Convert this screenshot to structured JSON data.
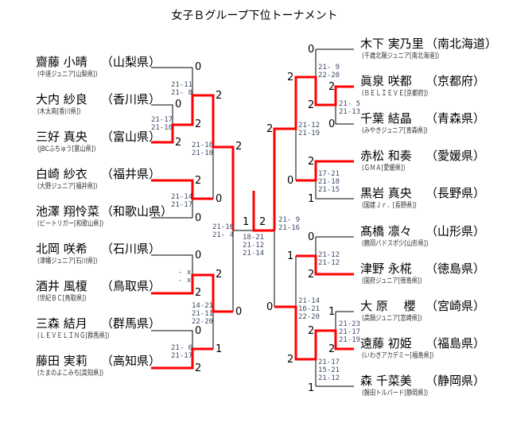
{
  "title": "女子Ｂグループ下位トーナメント",
  "left_players": [
    {
      "name": "齋藤 小晴",
      "pref": "（山梨県）",
      "club": "(中道ジュニア[山梨県])"
    },
    {
      "name": "大内 紗良",
      "pref": "（香川県）",
      "club": "(木太南[香川県])"
    },
    {
      "name": "三好 真央",
      "pref": "（富山県）",
      "club": "(JBCふちゅう[富山県])"
    },
    {
      "name": "白崎 紗衣",
      "pref": "（福井県）",
      "club": "(大野ジュニア[福井県])"
    },
    {
      "name": "池澤 翔怜菜",
      "pref": "（和歌山県）",
      "club": "(ビートリガー[和歌山県])"
    },
    {
      "name": "北岡 咲希",
      "pref": "（石川県）",
      "club": "(津幡ジュニア[石川県])"
    },
    {
      "name": "酒井 風榎",
      "pref": "（鳥取県）",
      "club": "(世紀ＢＣ[鳥取県])"
    },
    {
      "name": "三森 結月",
      "pref": "（群馬県）",
      "club": "(ＬＥＶＥＬＩＮＧ[群馬県])"
    },
    {
      "name": "藤田 実莉",
      "pref": "（高知県）",
      "club": "(たまのよこみち[高知県])"
    }
  ],
  "right_players": [
    {
      "name": "木下 実乃里",
      "pref": "（南北海道）",
      "club": "(千歳北陽ジュニア[南北海道])"
    },
    {
      "name": "眞泉 咲都",
      "pref": "（京都府）",
      "club": "(ＢＥＬＩＥＶＥ[京都府])"
    },
    {
      "name": "千葉 結晶",
      "pref": "（青森県）",
      "club": "(みやきジュニア[青森県])"
    },
    {
      "name": "赤松 和奏",
      "pref": "（愛媛県）",
      "club": "(ＧＭＡ[愛媛県])"
    },
    {
      "name": "黒岩 真央",
      "pref": "（長野県）",
      "club": "(国建Ｊｒ．[長野県])"
    },
    {
      "name": "髙橋 凛々",
      "pref": "（山形県）",
      "club": "(鶴岡バドスポ少[山形県])"
    },
    {
      "name": "津野 永椛",
      "pref": "（徳島県）",
      "club": "(国府ジュニア[徳島県])"
    },
    {
      "name": "大 原　 櫻",
      "pref": "（宮崎県）",
      "club": "(高鍋ジュニア[宮崎県])"
    },
    {
      "name": "遠藤 初姫",
      "pref": "（福島県）",
      "club": "(いわきアカデミー[福島県])"
    },
    {
      "name": "森 千菜美",
      "pref": "（静岡県）",
      "club": "(磐田トルバード[静岡県])"
    }
  ],
  "matches": {
    "l1": {
      "a": "0",
      "b": "2",
      "games": "21-17\n21-18"
    },
    "l2": {
      "a": "0",
      "b": "2",
      "games": "21-11\n21- 8"
    },
    "l3": {
      "a": "2",
      "b": "0",
      "games": "21-14\n21-17"
    },
    "l4": {
      "a": "2",
      "b": "0",
      "games": "21-16\n21-10"
    },
    "l5": {
      "a": "0",
      "b": "2",
      "games": "- x\n- x"
    },
    "l6": {
      "a": "0",
      "b": "2",
      "games": "21- 6\n21-17"
    },
    "l7": {
      "a": "2",
      "b": "1",
      "games": "14-21\n21-11\n22-20"
    },
    "l8": {
      "a": "2",
      "b": "0",
      "games": "21-16\n21- 4"
    },
    "r1": {
      "a": "2",
      "b": "0",
      "games": "21- 5\n21-13"
    },
    "r2": {
      "a": "0",
      "b": "2",
      "games": "21- 9\n22-20"
    },
    "r3": {
      "a": "2",
      "b": "1",
      "games": "17-21\n21-18\n21-15"
    },
    "r4": {
      "a": "2",
      "b": "0",
      "games": "21-12\n21-19"
    },
    "r5": {
      "a": "0",
      "b": "2",
      "games": "21-12\n21-12"
    },
    "r6": {
      "a": "1",
      "b": "2",
      "games": "21-23\n21-17\n21-19"
    },
    "r7": {
      "a": "2",
      "b": "1",
      "games": "21-17\n15-21\n21-12"
    },
    "r8": {
      "a": "1",
      "b": "2",
      "games": "21-14\n16-21\n22-20"
    },
    "r9": {
      "a": "2",
      "b": "0",
      "games": "21- 9\n21-16"
    },
    "final": {
      "a": "1",
      "b": "2",
      "games": "18-21\n21-12\n21-14"
    }
  },
  "colors": {
    "winner_line": "#ff0000",
    "line": "#000000"
  }
}
